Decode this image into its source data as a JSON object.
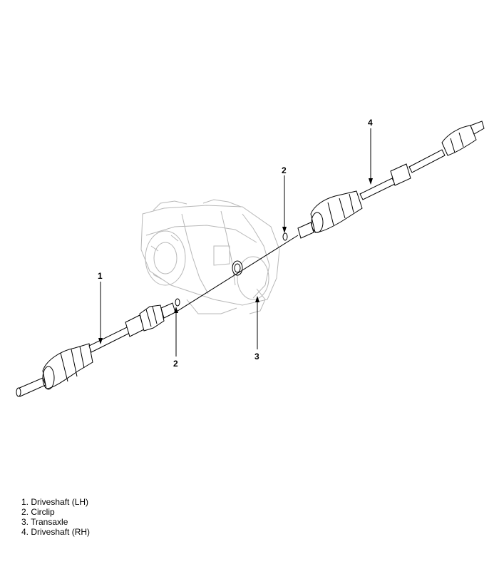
{
  "callouts": [
    {
      "id": "c1",
      "label": "1"
    },
    {
      "id": "c2a",
      "label": "2"
    },
    {
      "id": "c2b",
      "label": "2"
    },
    {
      "id": "c3",
      "label": "3"
    },
    {
      "id": "c4",
      "label": "4"
    }
  ],
  "legend": [
    "1. Driveshaft (LH)",
    "2. Circlip",
    "3. Transaxle",
    "4. Driveshaft (RH)"
  ],
  "colors": {
    "line": "#000000",
    "ghost": "#b8b8b8",
    "background": "#ffffff"
  }
}
